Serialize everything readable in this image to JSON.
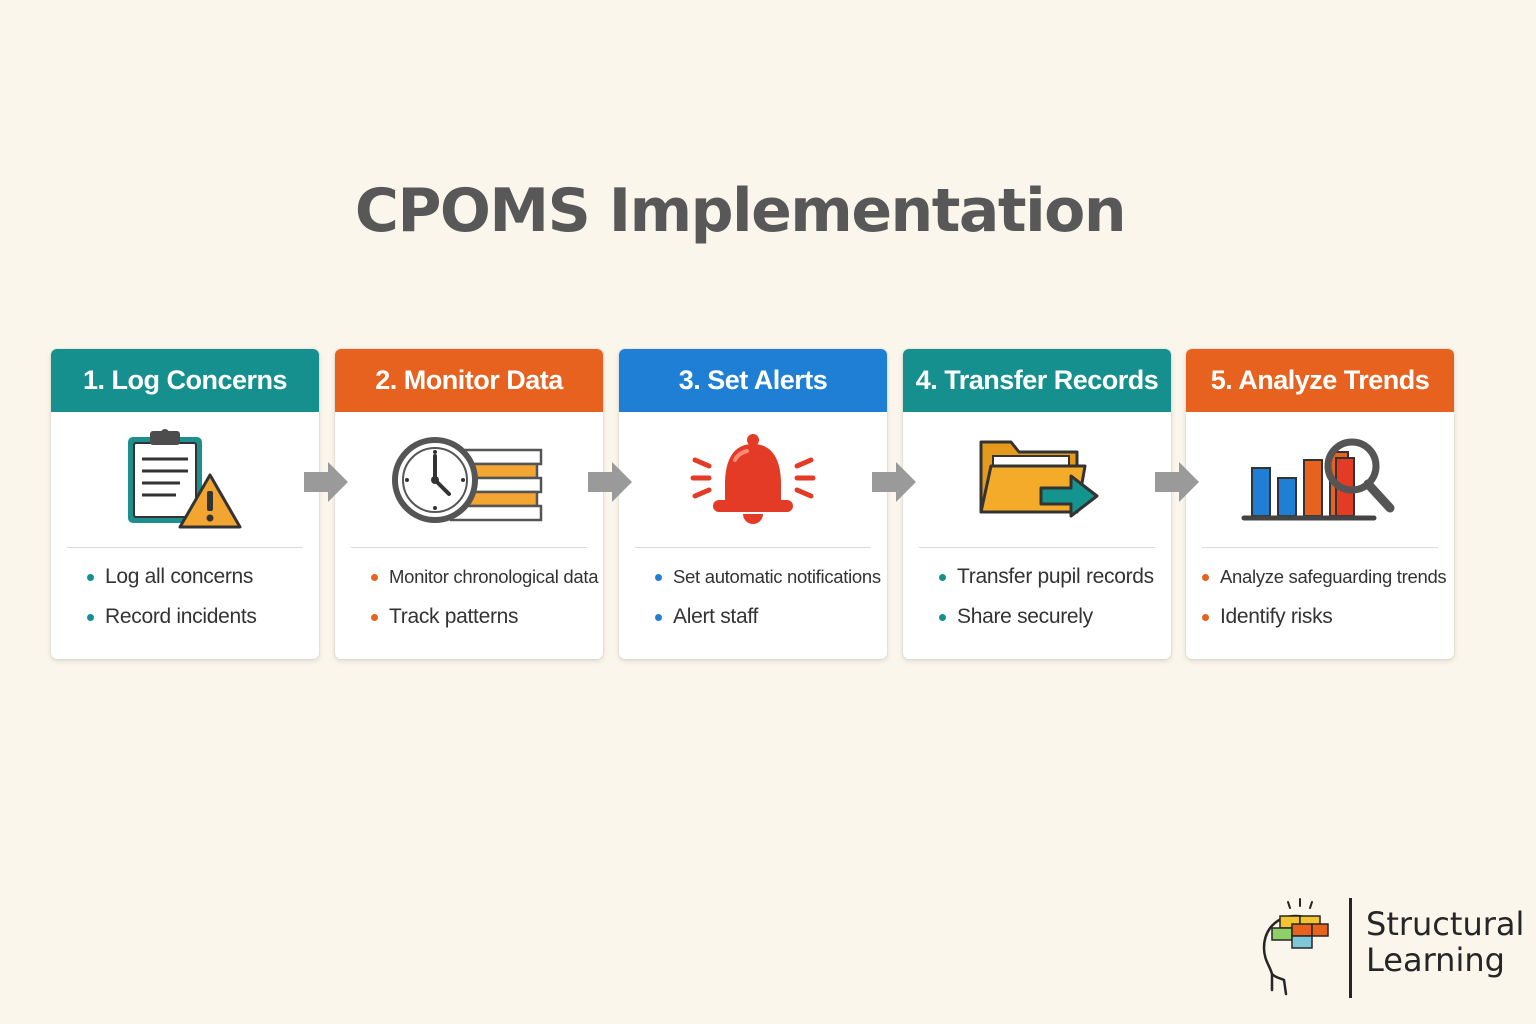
{
  "title": "CPOMS Implementation",
  "steps": [
    {
      "header": "1. Log Concerns",
      "color": "#15908e",
      "bullet_color": "#15908e",
      "icon": "clipboard-warning-icon",
      "bullets": [
        "Log all concerns",
        "Record incidents"
      ]
    },
    {
      "header": "2. Monitor Data",
      "color": "#e8621f",
      "bullet_color": "#e8621f",
      "icon": "clock-records-icon",
      "bullets": [
        "Monitor chronological data",
        "Track patterns"
      ]
    },
    {
      "header": "3. Set Alerts",
      "color": "#1e7fd4",
      "bullet_color": "#1e7fd4",
      "icon": "alert-bell-icon",
      "bullets": [
        "Set automatic notifications",
        "Alert staff"
      ]
    },
    {
      "header": "4. Transfer Records",
      "color": "#15908e",
      "bullet_color": "#15908e",
      "icon": "folder-transfer-icon",
      "bullets": [
        "Transfer pupil records",
        "Share securely"
      ]
    },
    {
      "header": "5. Analyze Trends",
      "color": "#e8621f",
      "bullet_color": "#e8621f",
      "icon": "chart-magnifier-icon",
      "bullets": [
        "Analyze safeguarding trends",
        "Identify risks"
      ]
    }
  ],
  "connector_icon": "arrow-right-icon",
  "connector_color": "#9a9a9a",
  "logo": {
    "line1": "Structural",
    "line2": "Learning",
    "icon": "head-blocks-icon"
  }
}
